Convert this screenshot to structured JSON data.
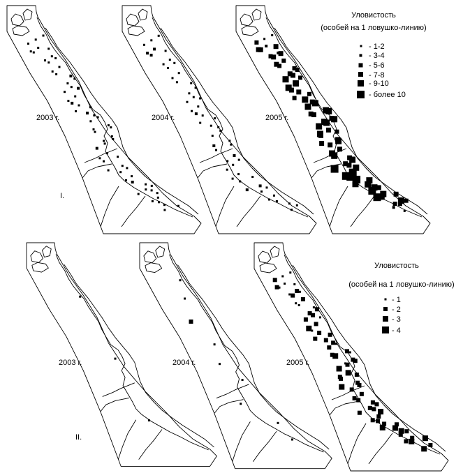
{
  "maps": [
    {
      "year_label": "2003 г.",
      "section": "I",
      "markers": [
        1,
        1,
        1,
        1,
        1,
        1,
        1,
        1,
        1,
        1,
        1,
        1,
        1,
        2,
        1,
        1,
        1,
        2,
        1,
        1,
        1,
        1,
        1,
        2,
        1,
        1,
        1,
        2,
        1,
        1,
        1,
        1,
        1,
        1,
        1,
        1,
        1,
        1,
        2,
        1,
        1,
        1,
        1,
        1,
        1,
        1,
        1,
        1,
        1,
        1,
        2,
        1,
        1,
        1,
        1,
        1,
        1,
        1,
        1,
        1,
        1,
        1
      ]
    },
    {
      "year_label": "2004 г.",
      "section": "I",
      "markers": [
        1,
        1,
        1,
        2,
        2,
        1,
        2,
        1,
        1,
        1,
        1,
        1,
        1,
        1,
        1,
        1,
        1,
        1,
        1,
        1,
        1,
        1,
        1,
        2,
        1,
        1,
        1,
        1,
        1,
        1,
        1,
        2,
        1,
        1,
        2,
        1,
        1,
        1,
        1,
        1,
        1,
        1,
        1,
        2,
        2,
        1,
        1,
        1,
        1,
        1,
        1,
        1,
        1
      ]
    },
    {
      "year_label": "2005 г.",
      "section": "I",
      "markers": [
        1,
        1,
        3,
        2,
        4,
        4,
        4,
        2,
        3,
        4,
        4,
        3,
        4,
        3,
        3,
        3,
        4,
        3,
        4,
        5,
        5,
        5,
        4,
        4,
        3,
        3,
        4,
        5,
        5,
        5,
        5,
        4,
        5,
        4,
        4,
        5,
        5,
        5,
        5,
        4,
        5,
        3,
        4,
        4,
        4,
        5,
        4,
        4,
        5,
        4,
        5,
        5,
        4,
        5,
        4,
        6,
        6,
        6,
        6,
        6,
        5,
        5,
        5,
        5,
        4,
        6,
        5,
        6,
        4,
        4,
        5,
        3,
        3,
        3,
        2,
        1
      ]
    },
    {
      "year_label": "2003 г.",
      "section": "II",
      "markers": [
        1,
        1,
        1
      ]
    },
    {
      "year_label": "2004 г.",
      "section": "II",
      "markers": [
        1,
        1,
        2,
        1,
        1,
        1,
        1,
        1,
        1
      ]
    },
    {
      "year_label": "2005 г.",
      "section": "II",
      "markers": [
        1,
        1,
        2,
        1,
        2,
        1,
        1,
        2,
        1,
        1,
        2,
        2,
        1,
        1,
        1,
        2,
        2,
        1,
        2,
        2,
        2,
        3,
        2,
        1,
        2,
        2,
        2,
        2,
        1,
        2,
        2,
        2,
        1,
        3,
        2,
        1,
        2,
        2,
        3,
        3,
        2,
        2,
        2,
        2,
        3,
        2,
        2,
        2,
        2,
        2,
        2,
        2,
        2,
        3,
        2,
        2,
        2,
        2,
        2,
        2,
        2,
        3,
        3,
        3,
        2,
        2,
        2,
        2,
        3,
        3,
        2,
        3
      ]
    }
  ],
  "section_labels": [
    "I.",
    "II."
  ],
  "legend_top": {
    "title": "Уловистость",
    "subtitle": "(особей на 1 ловушко-линию)",
    "items": [
      "- 1-2",
      "- 3-4",
      "- 5-6",
      "- 7-8",
      "- 9-10",
      "- более 10"
    ]
  },
  "legend_bottom": {
    "title": "Уловистость",
    "subtitle": "(особей на 1 ловушко-линию)",
    "items": [
      "- 1",
      "- 2",
      "- 3",
      "- 4"
    ]
  },
  "colors": {
    "ink": "#000000",
    "background": "#ffffff"
  }
}
